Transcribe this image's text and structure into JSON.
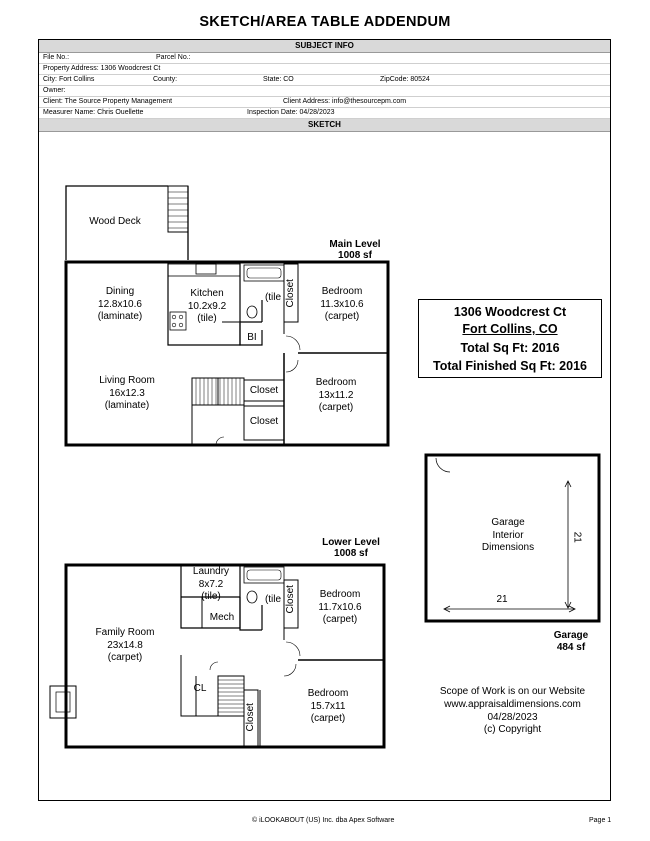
{
  "title": "SKETCH/AREA TABLE ADDENDUM",
  "subject_info": {
    "header": "SUBJECT INFO",
    "file_no_label": "File No.:",
    "parcel_no_label": "Parcel No.:",
    "property_address": "Property Address: 1306 Woodcrest Ct",
    "city": "City: Fort Collins",
    "county_label": "County:",
    "state": "State: CO",
    "zip": "ZipCode: 80524",
    "owner_label": "Owner:",
    "client": "Client: The Source Property Management",
    "client_address": "Client Address: info@thesourcepm.com",
    "measurer": "Measurer Name: Chris Ouellette",
    "inspection_date": "Inspection Date: 04/28/2023"
  },
  "sketch": {
    "header": "SKETCH",
    "wood_deck": "Wood Deck",
    "main_level": {
      "title": "Main Level",
      "area": "1008 sf",
      "rooms": {
        "dining": [
          "Dining",
          "12.8x10.6",
          "(laminate)"
        ],
        "kitchen": [
          "Kitchen",
          "10.2x9.2",
          "(tile)"
        ],
        "bath_tile": "(tile",
        "closet_vertical": "Closet",
        "bedroom1": [
          "Bedroom",
          "11.3x10.6",
          "(carpet)"
        ],
        "bi": "BI",
        "living_room": [
          "Living Room",
          "16x12.3",
          "(laminate)"
        ],
        "closet1": "Closet",
        "closet2": "Closet",
        "bedroom2": [
          "Bedroom",
          "13x11.2",
          "(carpet)"
        ]
      }
    },
    "lower_level": {
      "title": "Lower Level",
      "area": "1008 sf",
      "rooms": {
        "laundry": [
          "Laundry",
          "8x7.2",
          "(tile)"
        ],
        "mech": "Mech",
        "bath_tile": "(tile",
        "closet_vertical": "Closet",
        "bedroom1": [
          "Bedroom",
          "11.7x10.6",
          "(carpet)"
        ],
        "family_room": [
          "Family Room",
          "23x14.8",
          "(carpet)"
        ],
        "cl": "CL",
        "closet_lower": "Closet",
        "bedroom2": [
          "Bedroom",
          "15.7x11",
          "(carpet)"
        ]
      }
    },
    "garage": {
      "interior": [
        "Garage",
        "Interior",
        "Dimensions"
      ],
      "dim_vertical": "21",
      "dim_horizontal": "21",
      "title": "Garage",
      "area": "484 sf"
    },
    "summary": {
      "address": "1306 Woodcrest Ct",
      "city": "Fort Collins, CO",
      "total": "Total Sq Ft: 2016",
      "total_finished": "Total Finished Sq Ft: 2016"
    },
    "scope": {
      "line1": "Scope of Work is on our Website",
      "line2": "www.appraisaldimensions.com",
      "line3": "04/28/2023",
      "line4": "(c) Copyright"
    }
  },
  "footer": {
    "copyright": "© iLOOKABOUT (US) Inc. dba Apex Software",
    "page": "Page 1"
  }
}
